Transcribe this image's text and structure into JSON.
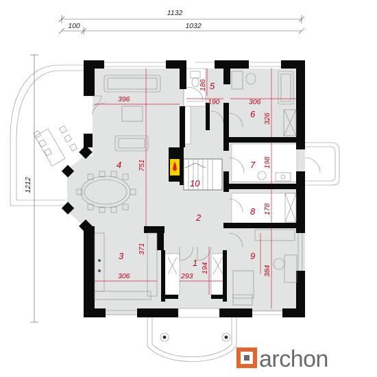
{
  "dimensions": {
    "overall_width": "1132",
    "left_offset": "100",
    "main_width": "1032",
    "overall_depth": "1212"
  },
  "rooms": [
    {
      "number": "1",
      "dim1": "293",
      "dim2": "194"
    },
    {
      "number": "2"
    },
    {
      "number": "3",
      "dim1": "306",
      "dim2": "371"
    },
    {
      "number": "4",
      "dim1": "396",
      "dim2": "751"
    },
    {
      "number": "5",
      "dim1": "186",
      "dim2": "190"
    },
    {
      "number": "6",
      "dim1": "306",
      "dim2": "326"
    },
    {
      "number": "7",
      "dim1": "198"
    },
    {
      "number": "8",
      "dim1": "178"
    },
    {
      "number": "9",
      "dim1": "384"
    },
    {
      "number": "10"
    }
  ],
  "logo": {
    "text": "archon",
    "accent_color": "#e8632b",
    "text_color": "#6a6a6a"
  },
  "colors": {
    "wall": "#0b0b0b",
    "floor": "#e2e3e3",
    "dimension_red": "#c0001a",
    "fireplace": "#f2d200"
  }
}
